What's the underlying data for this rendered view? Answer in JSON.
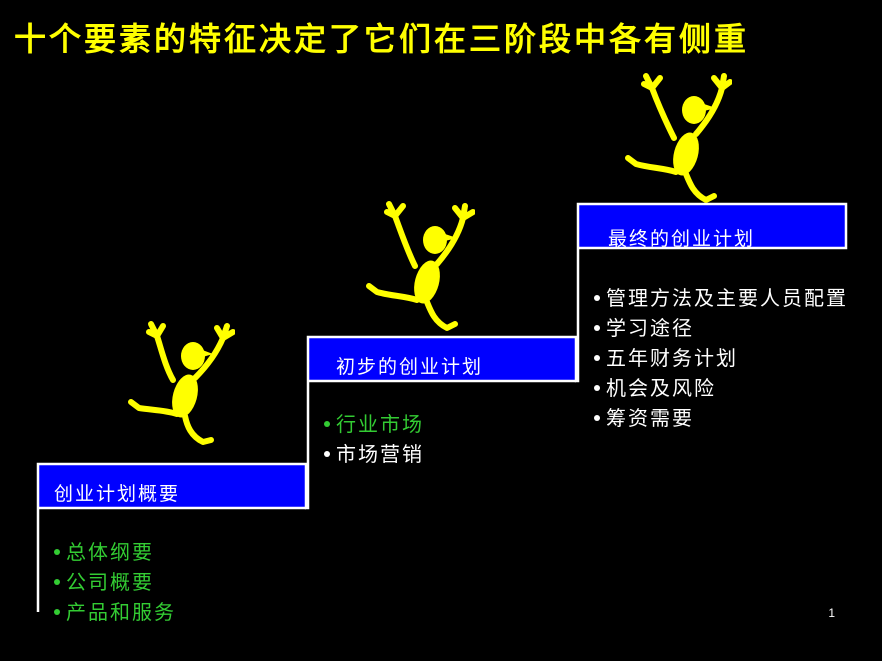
{
  "title": "十个要素的特征决定了它们在三阶段中各有侧重",
  "colors": {
    "background": "#000000",
    "title": "#ffff00",
    "step_fill": "#0000ff",
    "step_border": "#ffffff",
    "figure": "#ffff00",
    "bullet_green": "#33cc33",
    "bullet_white": "#ffffff"
  },
  "steps": [
    {
      "label": "创业计划概要",
      "items": [
        "总体纲要",
        "公司概要",
        "产品和服务"
      ]
    },
    {
      "label": "初步的创业计划",
      "items": [
        "行业市场",
        "市场营销"
      ]
    },
    {
      "label": "最终的创业计划",
      "items": [
        "管理方法及主要人员配置",
        "学习途径",
        "五年财务计划",
        "机会及风险",
        "筹资需要"
      ]
    }
  ],
  "figures": [
    "cheering-stick-figure",
    "cheering-stick-figure",
    "cheering-stick-figure"
  ],
  "page_number": "1"
}
